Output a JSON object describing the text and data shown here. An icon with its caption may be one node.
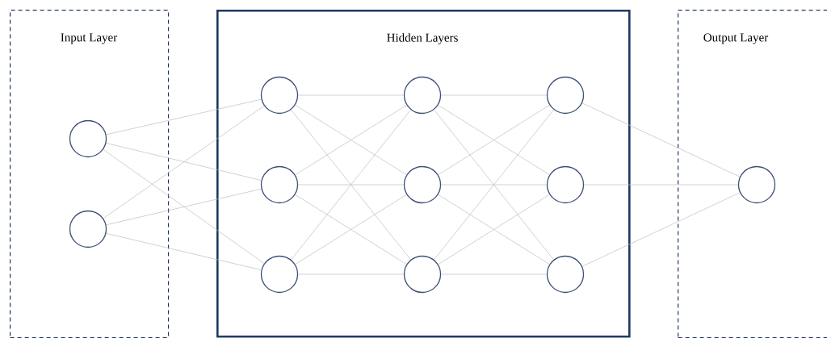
{
  "diagram": {
    "nodes": [
      {
        "text": [
          "Input Layer"
        ]
      },
      {
        "text": [],
        "shape": "circle",
        "in": 0
      },
      {
        "text": [],
        "shape": "circle",
        "in": 0
      },
      {
        "text": [
          "Hidden Layers"
        ]
      },
      {
        "text": [],
        "shape": "circle",
        "in": 3
      },
      {
        "text": [],
        "shape": "circle",
        "in": 3
      },
      {
        "text": [],
        "shape": "circle",
        "in": 3
      },
      {
        "text": [],
        "shape": "circle",
        "in": 3
      },
      {
        "text": [],
        "shape": "circle",
        "in": 3
      },
      {
        "text": [],
        "shape": "circle",
        "in": 3
      },
      {
        "text": [],
        "shape": "circle",
        "in": 3
      },
      {
        "text": [],
        "shape": "circle",
        "in": 3
      },
      {
        "text": [],
        "shape": "circle",
        "in": 3
      },
      {
        "text": [
          "Output Layer"
        ]
      },
      {
        "text": [],
        "shape": "circle",
        "in": 13
      }
    ],
    "edges": [
      {
        "from": 1,
        "to": 4,
        "arrow": "none"
      },
      {
        "from": 1,
        "to": 5,
        "arrow": "none"
      },
      {
        "from": 1,
        "to": 6,
        "arrow": "none"
      },
      {
        "from": 2,
        "to": 4,
        "arrow": "none"
      },
      {
        "from": 2,
        "to": 5,
        "arrow": "none"
      },
      {
        "from": 2,
        "to": 6,
        "arrow": "none"
      },
      {
        "from": 4,
        "to": 7,
        "arrow": "none"
      },
      {
        "from": 4,
        "to": 8,
        "arrow": "none"
      },
      {
        "from": 4,
        "to": 9,
        "arrow": "none"
      },
      {
        "from": 5,
        "to": 7,
        "arrow": "none"
      },
      {
        "from": 5,
        "to": 8,
        "arrow": "none"
      },
      {
        "from": 5,
        "to": 9,
        "arrow": "none"
      },
      {
        "from": 6,
        "to": 7,
        "arrow": "none"
      },
      {
        "from": 6,
        "to": 8,
        "arrow": "none"
      },
      {
        "from": 6,
        "to": 9,
        "arrow": "none"
      },
      {
        "from": 7,
        "to": 10,
        "arrow": "none"
      },
      {
        "from": 7,
        "to": 11,
        "arrow": "none"
      },
      {
        "from": 7,
        "to": 12,
        "arrow": "none"
      },
      {
        "from": 8,
        "to": 10,
        "arrow": "none"
      },
      {
        "from": 8,
        "to": 11,
        "arrow": "none"
      },
      {
        "from": 8,
        "to": 12,
        "arrow": "none"
      },
      {
        "from": 9,
        "to": 10,
        "arrow": "none"
      },
      {
        "from": 9,
        "to": 11,
        "arrow": "none"
      },
      {
        "from": 9,
        "to": 12,
        "arrow": "none"
      },
      {
        "from": 10,
        "to": 14,
        "arrow": "none"
      },
      {
        "from": 11,
        "to": 14,
        "arrow": "none"
      },
      {
        "from": 12,
        "to": 14,
        "arrow": "none"
      }
    ]
  }
}
